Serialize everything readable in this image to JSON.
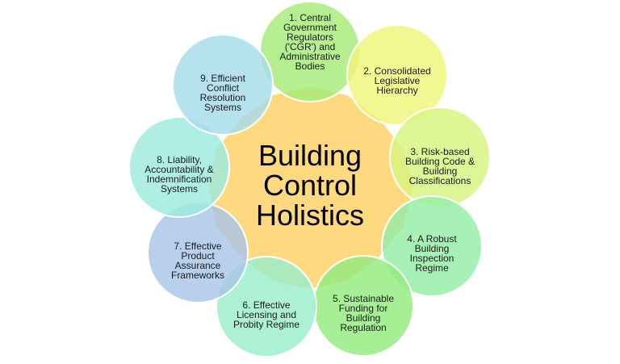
{
  "center": {
    "title_lines": [
      "Building",
      "Control",
      "Holistics"
    ],
    "color": "#FFD97F"
  },
  "nodes": [
    {
      "lines": [
        "1. Central",
        "Government",
        "Regulators",
        "('CGR') and",
        "Administrative",
        "Bodies"
      ],
      "color": "#A6EC78"
    },
    {
      "lines": [
        "2. Consolidated",
        "Legislative",
        "Hierarchy"
      ],
      "color": "#F0F57A"
    },
    {
      "lines": [
        "3. Risk-based",
        "Building Code &",
        "Building",
        "Classifications"
      ],
      "color": "#D6F580"
    },
    {
      "lines": [
        "4. A Robust",
        "Building",
        "Inspection",
        "Regime"
      ],
      "color": "#94EEA6"
    },
    {
      "lines": [
        "5. Sustainable",
        "Funding  for",
        "Building",
        "Regulation"
      ],
      "color": "#92EC7E"
    },
    {
      "lines": [
        "6. Effective",
        "Licensing and",
        "Probity Regime"
      ],
      "color": "#9AEECB"
    },
    {
      "lines": [
        "7. Effective",
        "Product",
        "Assurance",
        "Frameworks"
      ],
      "color": "#A8C6E8"
    },
    {
      "lines": [
        "8. Liability,",
        "Accountability &",
        "Indemnification",
        "Systems"
      ],
      "color": "#9DEADF"
    },
    {
      "lines": [
        "9. Efficient",
        "Conflict",
        "Resolution",
        "Systems"
      ],
      "color": "#A6DCEA"
    }
  ]
}
